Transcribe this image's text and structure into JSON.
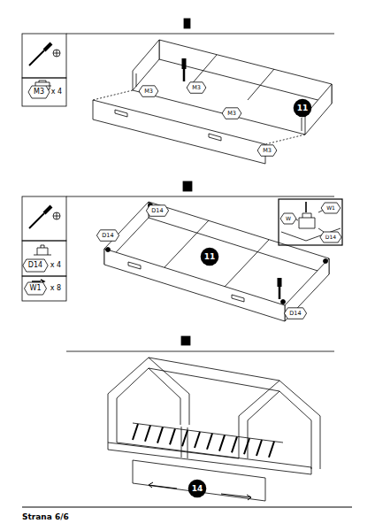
{
  "diagram": {
    "labels": [
      "M3",
      "x 4",
      "M3",
      "M3",
      "M3",
      "M3",
      "11",
      "D14",
      "x 4",
      "W1",
      "x 8",
      "D14",
      "D14",
      "D14",
      "11",
      "W",
      "W1",
      "D14",
      "14",
      "Strana 6/6"
    ]
  }
}
